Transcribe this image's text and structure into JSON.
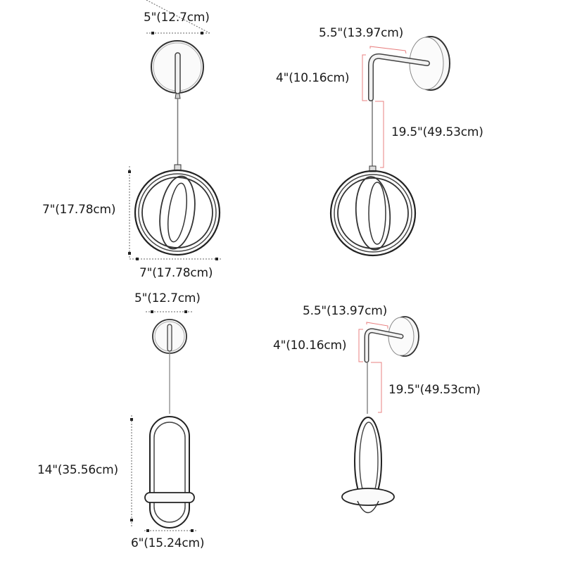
{
  "diagram": {
    "type": "product-dimension-drawing",
    "colors": {
      "line": "#333333",
      "dim_dots": "#555555",
      "dim_red": "#e88080",
      "background": "#ffffff"
    },
    "panels": [
      {
        "id": "round-pendant-ceiling",
        "shape": "gyroscope-rings",
        "mount": "round-canopy",
        "labels": {
          "canopy_width": "5\"(12.7cm)",
          "height": "7\"(17.78cm)",
          "width": "7\"(17.78cm)"
        }
      },
      {
        "id": "round-pendant-wall",
        "shape": "gyroscope-rings",
        "mount": "wall-arm",
        "labels": {
          "arm_length": "5.5\"(13.97cm)",
          "arm_drop": "4\"(10.16cm)",
          "cord_length": "19.5\"(49.53cm)"
        }
      },
      {
        "id": "oval-pendant-ceiling",
        "shape": "oval-ring",
        "mount": "round-canopy",
        "labels": {
          "canopy_width": "5\"(12.7cm)",
          "height": "14\"(35.56cm)",
          "width": "6\"(15.24cm)"
        }
      },
      {
        "id": "oval-pendant-wall",
        "shape": "oval-ring",
        "mount": "wall-arm",
        "labels": {
          "arm_length": "5.5\"(13.97cm)",
          "arm_drop": "4\"(10.16cm)",
          "cord_length": "19.5\"(49.53cm)"
        }
      }
    ]
  }
}
